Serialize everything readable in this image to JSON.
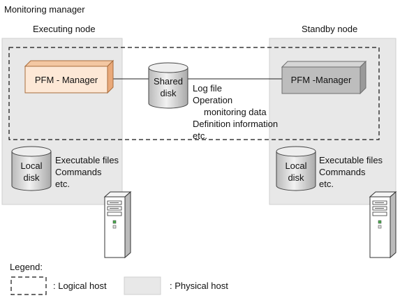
{
  "title": "Monitoring manager",
  "executing_node": {
    "label": "Executing node",
    "manager_label": "PFM - Manager",
    "local_disk_label_line1": "Local",
    "local_disk_label_line2": "disk",
    "files_lines": [
      "Executable files",
      "Commands",
      "etc."
    ]
  },
  "standby_node": {
    "label": "Standby node",
    "manager_label": "PFM -Manager",
    "local_disk_label_line1": "Local",
    "local_disk_label_line2": "disk",
    "files_lines": [
      "Executable files",
      "Commands",
      "etc."
    ]
  },
  "shared_disk": {
    "label_line1": "Shared",
    "label_line2": "disk",
    "contents": [
      "Log file",
      "Operation",
      "monitoring data",
      "Definition information",
      "etc."
    ]
  },
  "legend": {
    "title": "Legend:",
    "logical_host": ": Logical host",
    "physical_host": ": Physical host"
  },
  "colors": {
    "physical_host_fill": "#e8e8e8",
    "physical_host_border": "#c8c8c8",
    "active_manager_front": "#fce9d9",
    "active_manager_edge": "#d89a6c",
    "standby_manager_front": "#bdbdbd",
    "standby_manager_edge": "#8a8a8a",
    "disk_fill": "#d4d4d4",
    "disk_top": "#eeeeee"
  }
}
